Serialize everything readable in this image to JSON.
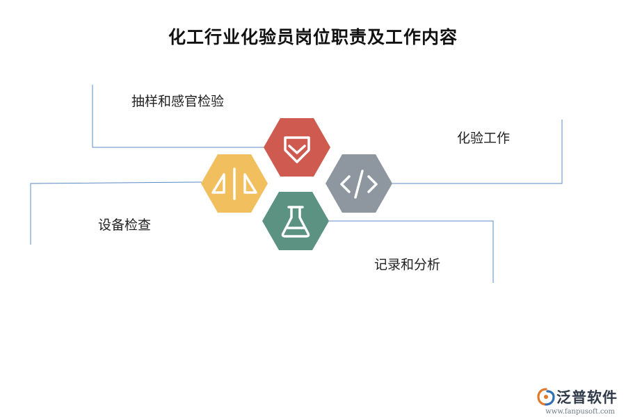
{
  "title": "化工行业化验员岗位职责及工作内容",
  "items": [
    {
      "label": "抽样和感官检验",
      "color": "#cf5a50",
      "icon": "gem-icon"
    },
    {
      "label": "化验工作",
      "color": "#8e979f",
      "icon": "code-icon"
    },
    {
      "label": "设备检查",
      "color": "#f2bf5e",
      "icon": "balance-icon"
    },
    {
      "label": "记录和分析",
      "color": "#5b9281",
      "icon": "flask-icon"
    }
  ],
  "connector_color": "#5b88c4",
  "logo": {
    "name": "泛普软件",
    "url": "www.fanpusoft.com"
  }
}
